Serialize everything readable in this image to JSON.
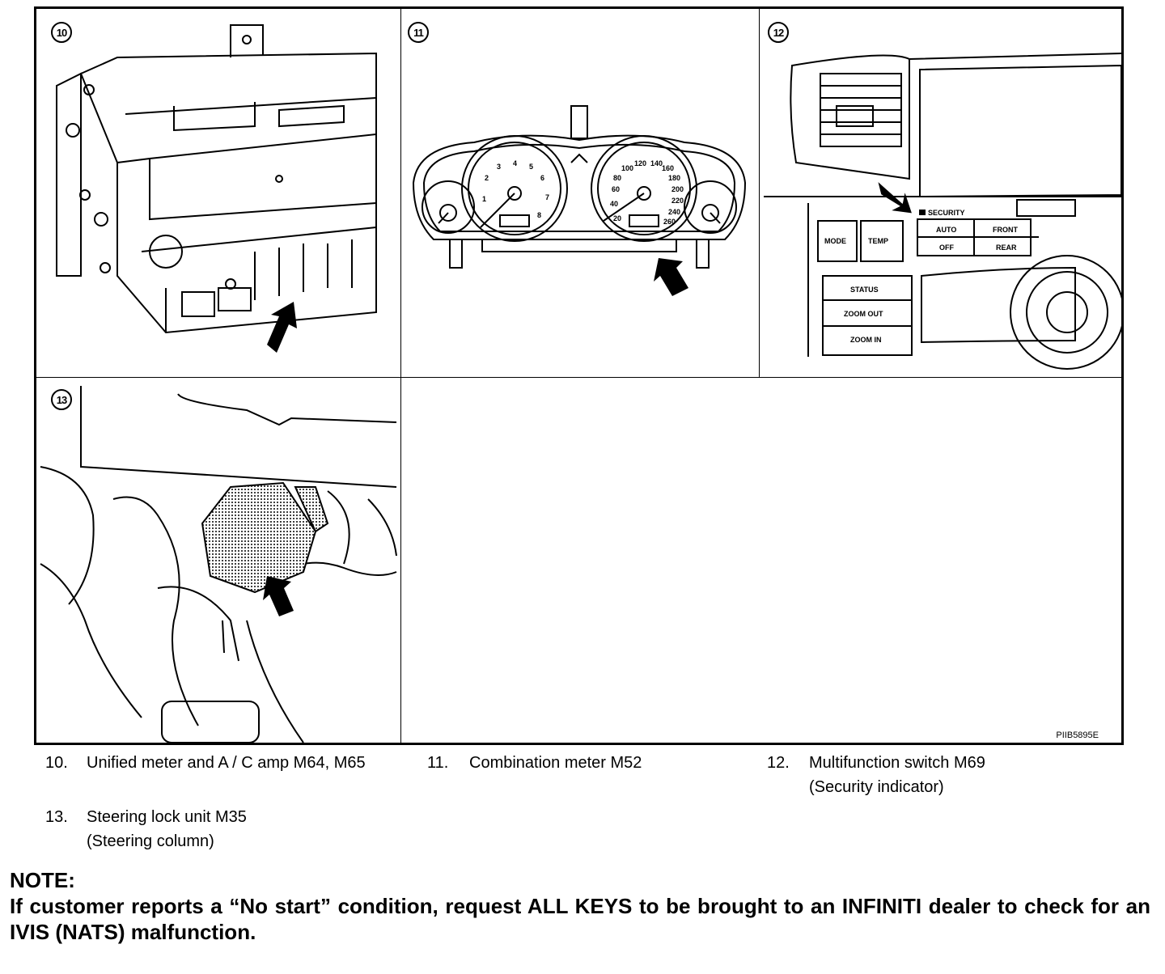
{
  "figure": {
    "panels": [
      {
        "badge": "10"
      },
      {
        "badge": "11"
      },
      {
        "badge": "12"
      },
      {
        "badge": "13"
      }
    ],
    "code": "PIIB5895E",
    "switch_labels": {
      "security": "SECURITY",
      "mode": "MODE",
      "temp": "TEMP",
      "auto": "AUTO",
      "off": "OFF",
      "front": "FRONT",
      "rear": "REAR",
      "status": "STATUS",
      "zoom_out": "ZOOM OUT",
      "zoom_in": "ZOOM IN"
    }
  },
  "captions": [
    {
      "num": "10.",
      "lines": [
        "Unified meter and A / C amp M64, M65"
      ]
    },
    {
      "num": "11.",
      "lines": [
        "Combination meter M52"
      ]
    },
    {
      "num": "12.",
      "lines": [
        "Multifunction switch M69",
        "(Security indicator)"
      ]
    },
    {
      "num": "13.",
      "lines": [
        "Steering lock unit M35",
        "(Steering column)"
      ]
    }
  ],
  "note": {
    "title": "NOTE:",
    "body": "If customer reports a “No start” condition, request ALL KEYS to be brought to an INFINITI dealer to check for an IVIS (NATS) malfunction."
  }
}
